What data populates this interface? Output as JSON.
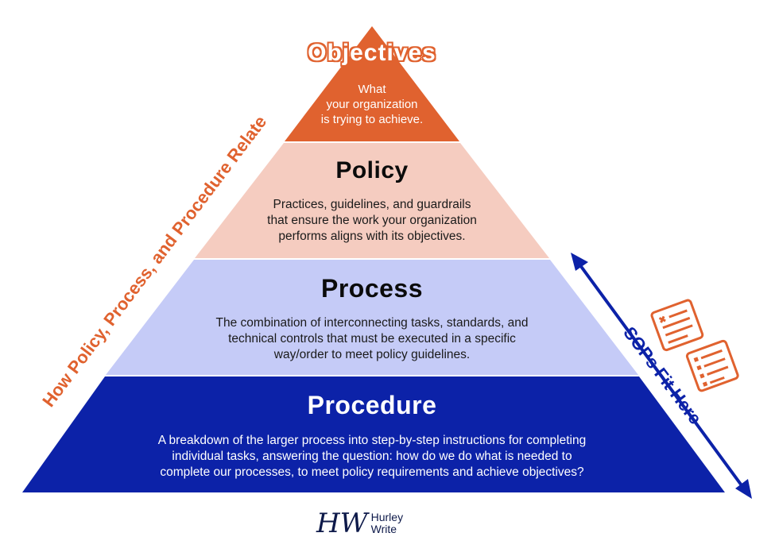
{
  "pyramid": {
    "objectives": {
      "title": "Objectives",
      "lines": [
        "What",
        "your organization",
        "is trying to achieve."
      ],
      "color": "#e0622f"
    },
    "policy": {
      "title": "Policy",
      "lines": [
        "Practices, guidelines, and guardrails",
        "that ensure the work your organization",
        "performs aligns with its objectives."
      ],
      "color": "#f5ccc0"
    },
    "process": {
      "title": "Process",
      "lines": [
        "The combination of interconnecting tasks, standards, and",
        "technical controls that must be executed in a specific",
        "way/order to meet policy guidelines."
      ],
      "color": "#c5cbf7"
    },
    "procedure": {
      "title": "Procedure",
      "lines": [
        "A breakdown of the larger process into step-by-step instructions for completing",
        "individual tasks, answering the question: how do we do what is needed to",
        "complete our processes, to meet policy requirements and achieve objectives?"
      ],
      "color": "#0c22a8"
    }
  },
  "left_label": "How Policy, Process, and Procedure Relate",
  "right_label": "SOPs Fit Here",
  "icons": [
    "checklist-icon",
    "document-list-icon"
  ],
  "logo": {
    "mark": "HW",
    "words": [
      "Hurley",
      "Write"
    ]
  },
  "colors": {
    "orange": "#e0622f",
    "navy": "#0c22a8",
    "logo": "#0e1a4a"
  }
}
